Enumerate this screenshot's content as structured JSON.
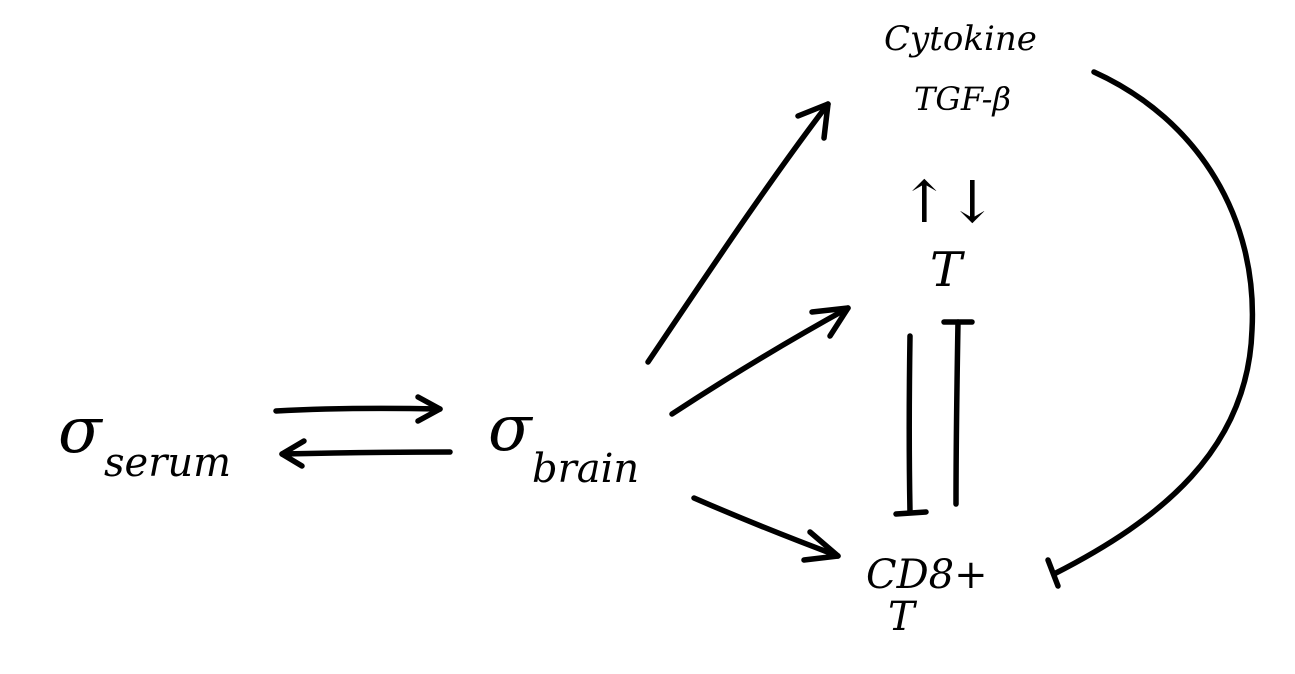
{
  "diagram": {
    "ink_color": "#000000",
    "background": "#ffffff",
    "nodes": {
      "sigma_serum": {
        "symbol": "σ",
        "subscript": "serum"
      },
      "sigma_brain": {
        "symbol": "σ",
        "subscript": "brain"
      },
      "cytokine": {
        "line1": "Cytokine",
        "line2": "TGF-β"
      },
      "t_cell": {
        "label": "T"
      },
      "cd8": {
        "line1": "CD8+",
        "line2": "T"
      },
      "updown": {
        "up": "↑",
        "down": "↓"
      }
    },
    "edges": [
      {
        "from": "sigma_serum",
        "to": "sigma_brain",
        "type": "activation"
      },
      {
        "from": "sigma_brain",
        "to": "sigma_serum",
        "type": "activation"
      },
      {
        "from": "sigma_brain",
        "to": "cytokine",
        "type": "activation"
      },
      {
        "from": "sigma_brain",
        "to": "t_cell",
        "type": "activation"
      },
      {
        "from": "sigma_brain",
        "to": "cd8",
        "type": "activation"
      },
      {
        "from": "t_cell",
        "to": "cd8",
        "type": "inhibition"
      },
      {
        "from": "cd8",
        "to": "t_cell",
        "type": "inhibition"
      },
      {
        "from": "cytokine",
        "to": "cd8",
        "type": "inhibition"
      }
    ]
  }
}
